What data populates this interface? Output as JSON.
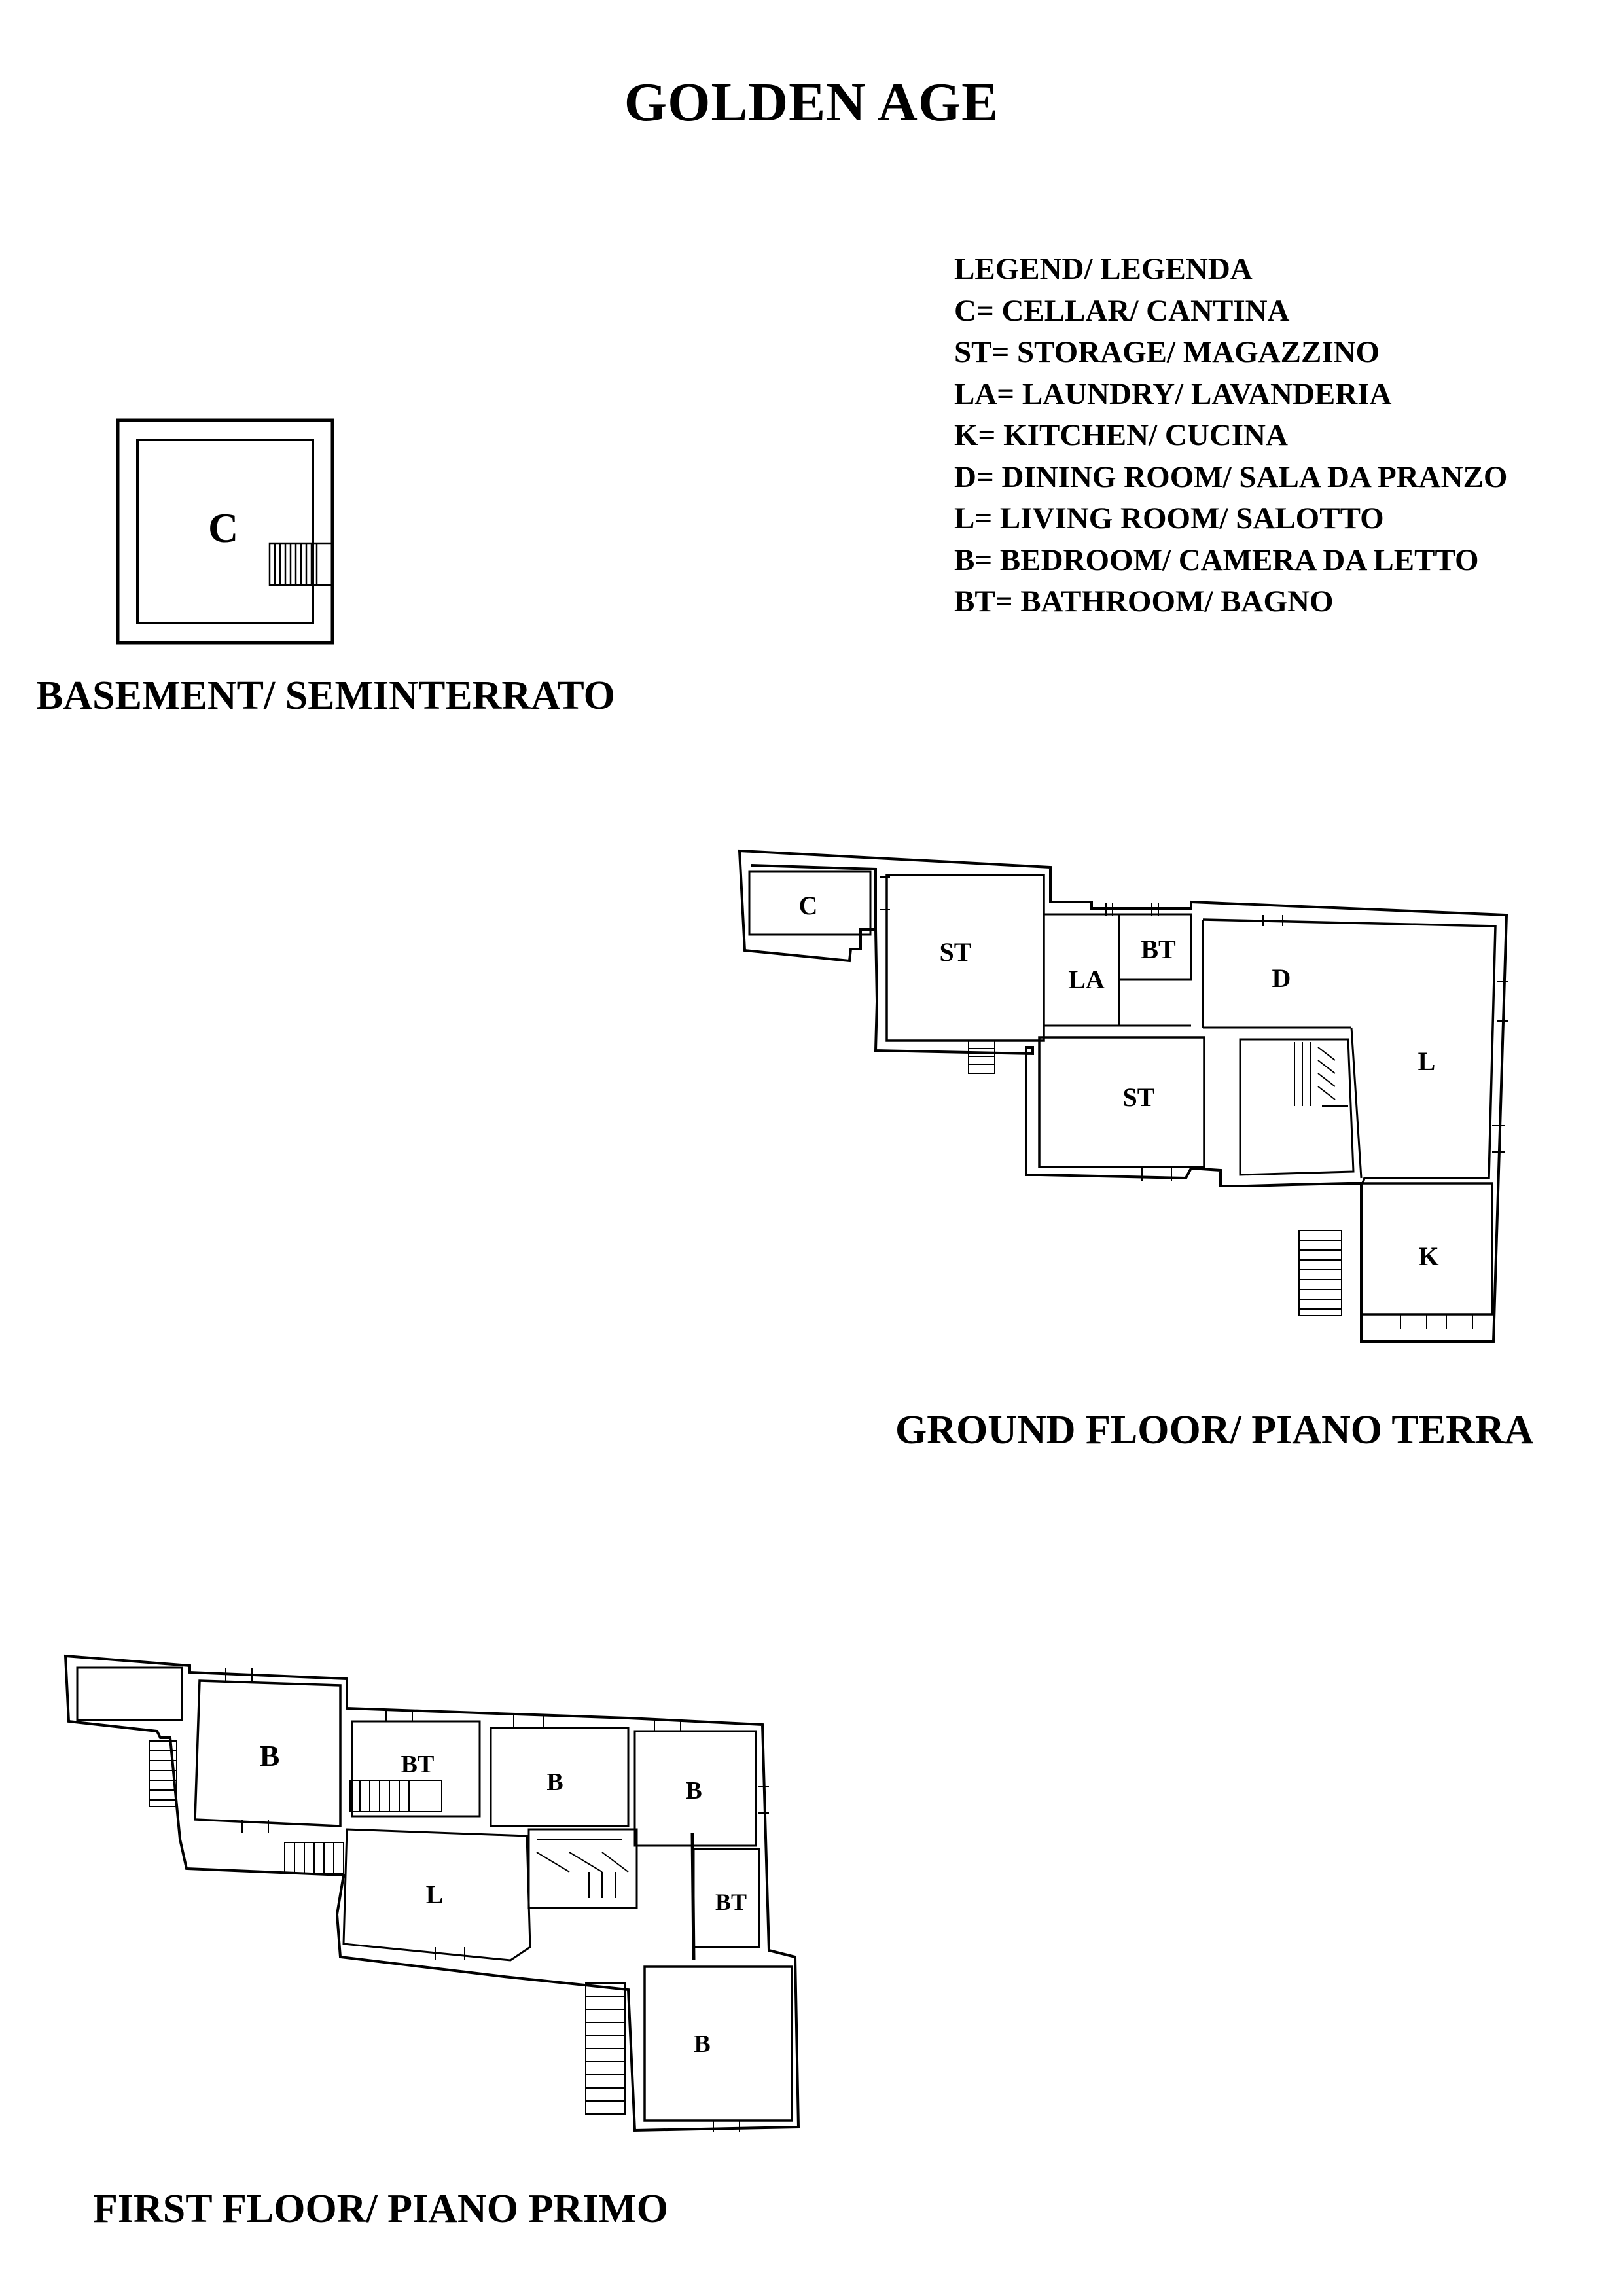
{
  "title": "GOLDEN AGE",
  "legend": [
    "LEGEND/ LEGENDA",
    "C= CELLAR/ CANTINA",
    "ST= STORAGE/ MAGAZZINO",
    "LA= LAUNDRY/ LAVANDERIA",
    "K= KITCHEN/ CUCINA",
    "D= DINING ROOM/ SALA DA PRANZO",
    "L= LIVING ROOM/ SALOTTO",
    "B= BEDROOM/ CAMERA DA LETTO",
    "BT= BATHROOM/ BAGNO"
  ],
  "floors": {
    "basement": {
      "label": "BASEMENT/ SEMINTERRATO",
      "rooms": [
        "C"
      ]
    },
    "ground": {
      "label": "GROUND FLOOR/ PIANO TERRA",
      "rooms": [
        "C",
        "ST",
        "LA",
        "BT",
        "D",
        "L",
        "ST",
        "K"
      ]
    },
    "first": {
      "label": "FIRST FLOOR/ PIANO PRIMO",
      "rooms": [
        "B",
        "BT",
        "B",
        "B",
        "L",
        "BT",
        "B"
      ]
    }
  }
}
